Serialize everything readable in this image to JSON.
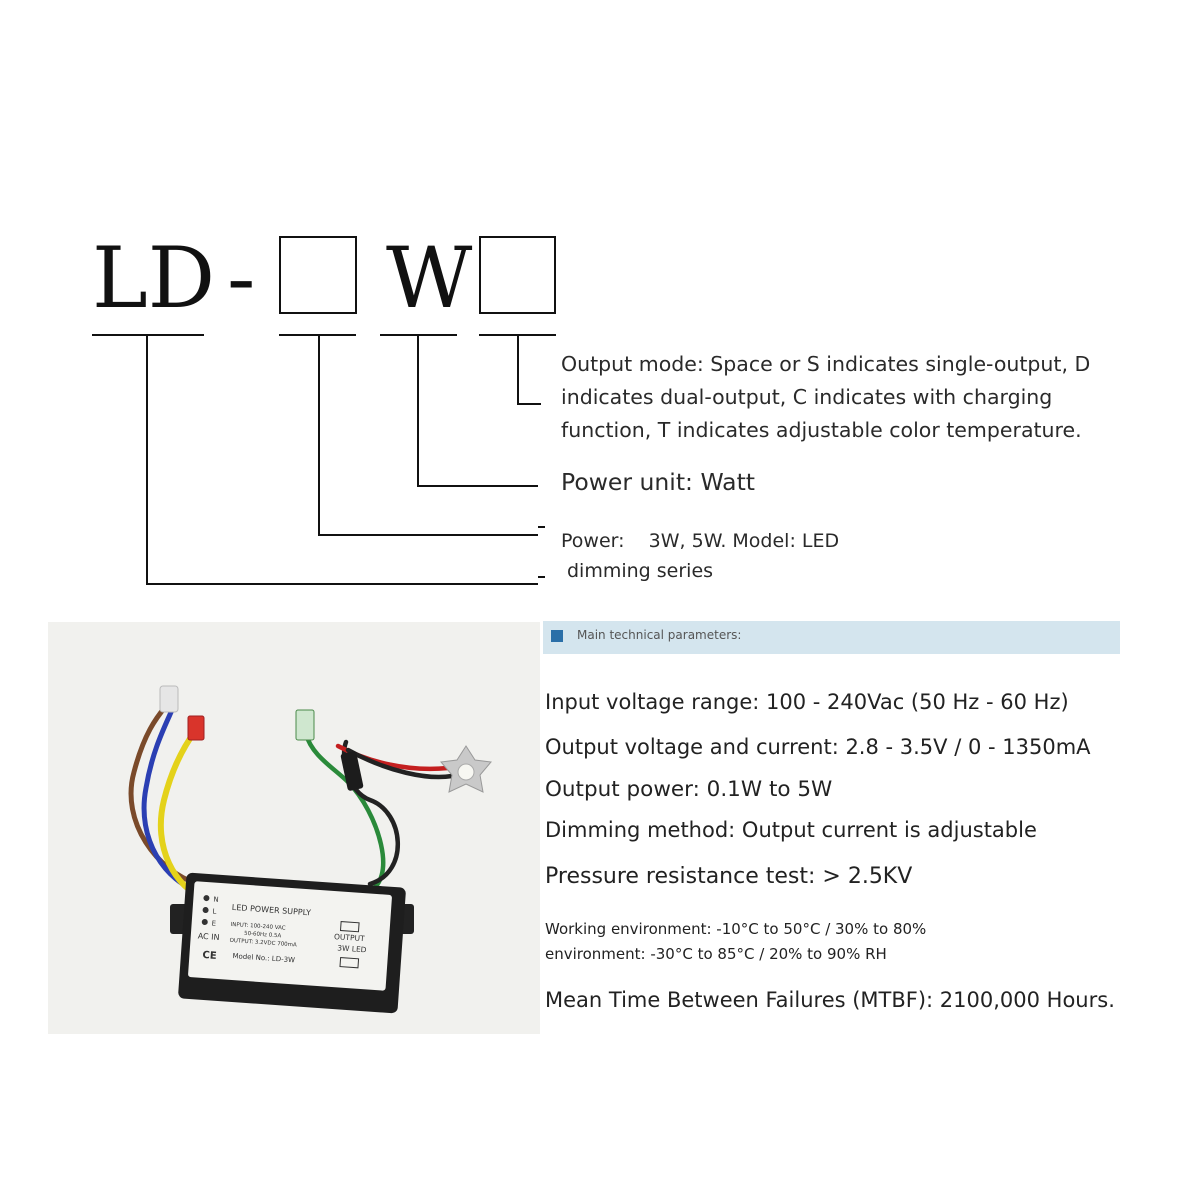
{
  "model_code": {
    "prefix": "LD",
    "dash": "-",
    "unit_letter": "W"
  },
  "descriptions": {
    "output_mode": "Output mode: Space or S indicates single-output, D indicates dual-output, C indicates with charging function, T indicates adjustable color temperature.",
    "power_unit": "Power unit: Watt",
    "power_line1": "Power:    3W, 5W. Model: LED",
    "power_line2": "dimming series"
  },
  "parameters": {
    "section_title": "Main technical parameters:",
    "input_voltage": "Input voltage range: 100 - 240Vac (50 Hz - 60 Hz)",
    "output_voltage_current": "Output voltage and current: 2.8 - 3.5V / 0 - 1350mA",
    "output_power": "Output power: 0.1W to 5W",
    "dimming_method": "Dimming method: Output current is adjustable",
    "pressure_test": "Pressure resistance test: > 2.5KV",
    "working_environment": "Working environment: -10°C to 50°C / 30% to 80%",
    "storage_environment": "environment: -30°C to 85°C / 20% to 90% RH",
    "mtbf": "Mean Time Between Failures (MTBF): 2100,000 Hours."
  },
  "product_label": {
    "indicators": [
      "N",
      "L",
      "E"
    ],
    "input_label": "AC IN",
    "title": "LED POWER SUPPLY",
    "spec_input": "INPUT: 100-240 VAC",
    "spec_freq": "50-60Hz  0.5A",
    "spec_output": "OUTPUT: 3.2VDC 700mA",
    "output_label_1": "OUTPUT",
    "output_label_2": "3W LED",
    "model_line": "Model No.: LD-3W",
    "ce_mark": "CE"
  },
  "colors": {
    "ink": "#111111",
    "param_bar": "#d4e5ee",
    "param_square": "#2a6fa8"
  }
}
